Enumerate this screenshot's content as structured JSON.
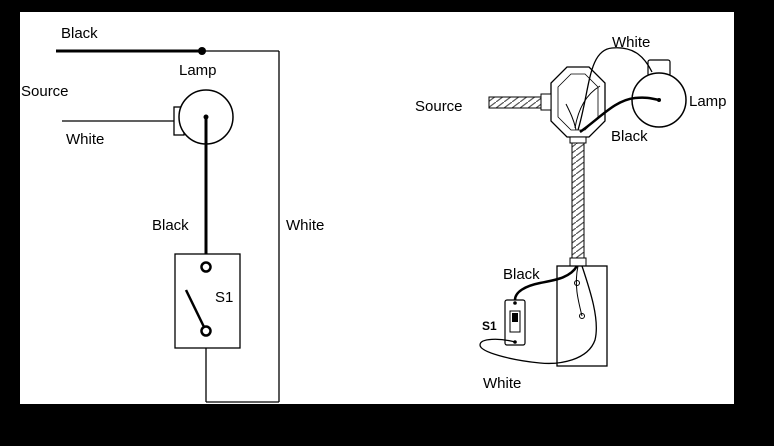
{
  "schematic": {
    "black_label": "Black",
    "lamp_label": "Lamp",
    "source_label": "Source",
    "white_label": "White",
    "black_drop_label": "Black",
    "white_return_label": "White",
    "switch_label": "S1"
  },
  "pictorial": {
    "white_label": "White",
    "source_label": "Source",
    "lamp_label": "Lamp",
    "black_label": "Black",
    "switch_black_label": "Black",
    "switch_label": "S1",
    "switch_white_label": "White"
  }
}
